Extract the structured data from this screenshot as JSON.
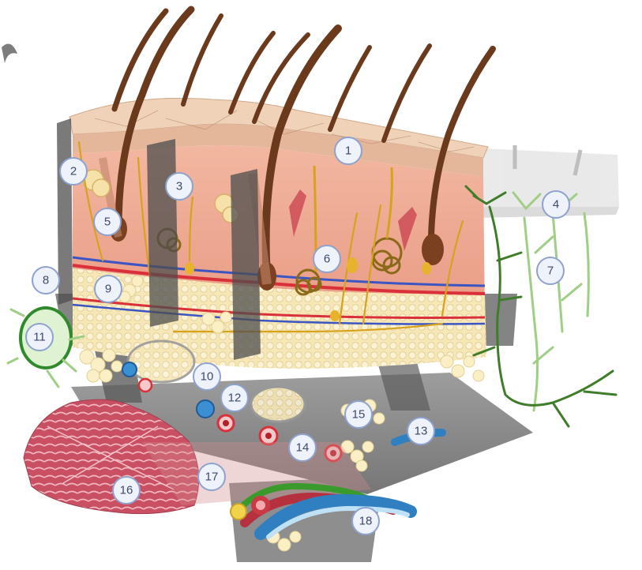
{
  "colors": {
    "epidermis": "#e9c3a4",
    "dermis": "#eea58e",
    "hypodermis": "#f7e3b0",
    "hair": "#6b3a1c",
    "nerve": "#d7a21c",
    "artery": "#d9303a",
    "vein": "#3b56c2",
    "lymph_dark": "#3f7d2a",
    "lymph_light": "#9fce86",
    "muscle": "#d8687c",
    "label_fill": "#eef2fb",
    "label_stroke": "#8ea2cf"
  },
  "callouts": [
    {
      "id": "1",
      "label": "1"
    },
    {
      "id": "2",
      "label": "2"
    },
    {
      "id": "3",
      "label": "3"
    },
    {
      "id": "4",
      "label": "4"
    },
    {
      "id": "5",
      "label": "5"
    },
    {
      "id": "6",
      "label": "6"
    },
    {
      "id": "7",
      "label": "7"
    },
    {
      "id": "8",
      "label": "8"
    },
    {
      "id": "9",
      "label": "9"
    },
    {
      "id": "10",
      "label": "10"
    },
    {
      "id": "11",
      "label": "11"
    },
    {
      "id": "12",
      "label": "12"
    },
    {
      "id": "13",
      "label": "13"
    },
    {
      "id": "14",
      "label": "14"
    },
    {
      "id": "15",
      "label": "15"
    },
    {
      "id": "16",
      "label": "16"
    },
    {
      "id": "17",
      "label": "17"
    },
    {
      "id": "18",
      "label": "18"
    }
  ]
}
